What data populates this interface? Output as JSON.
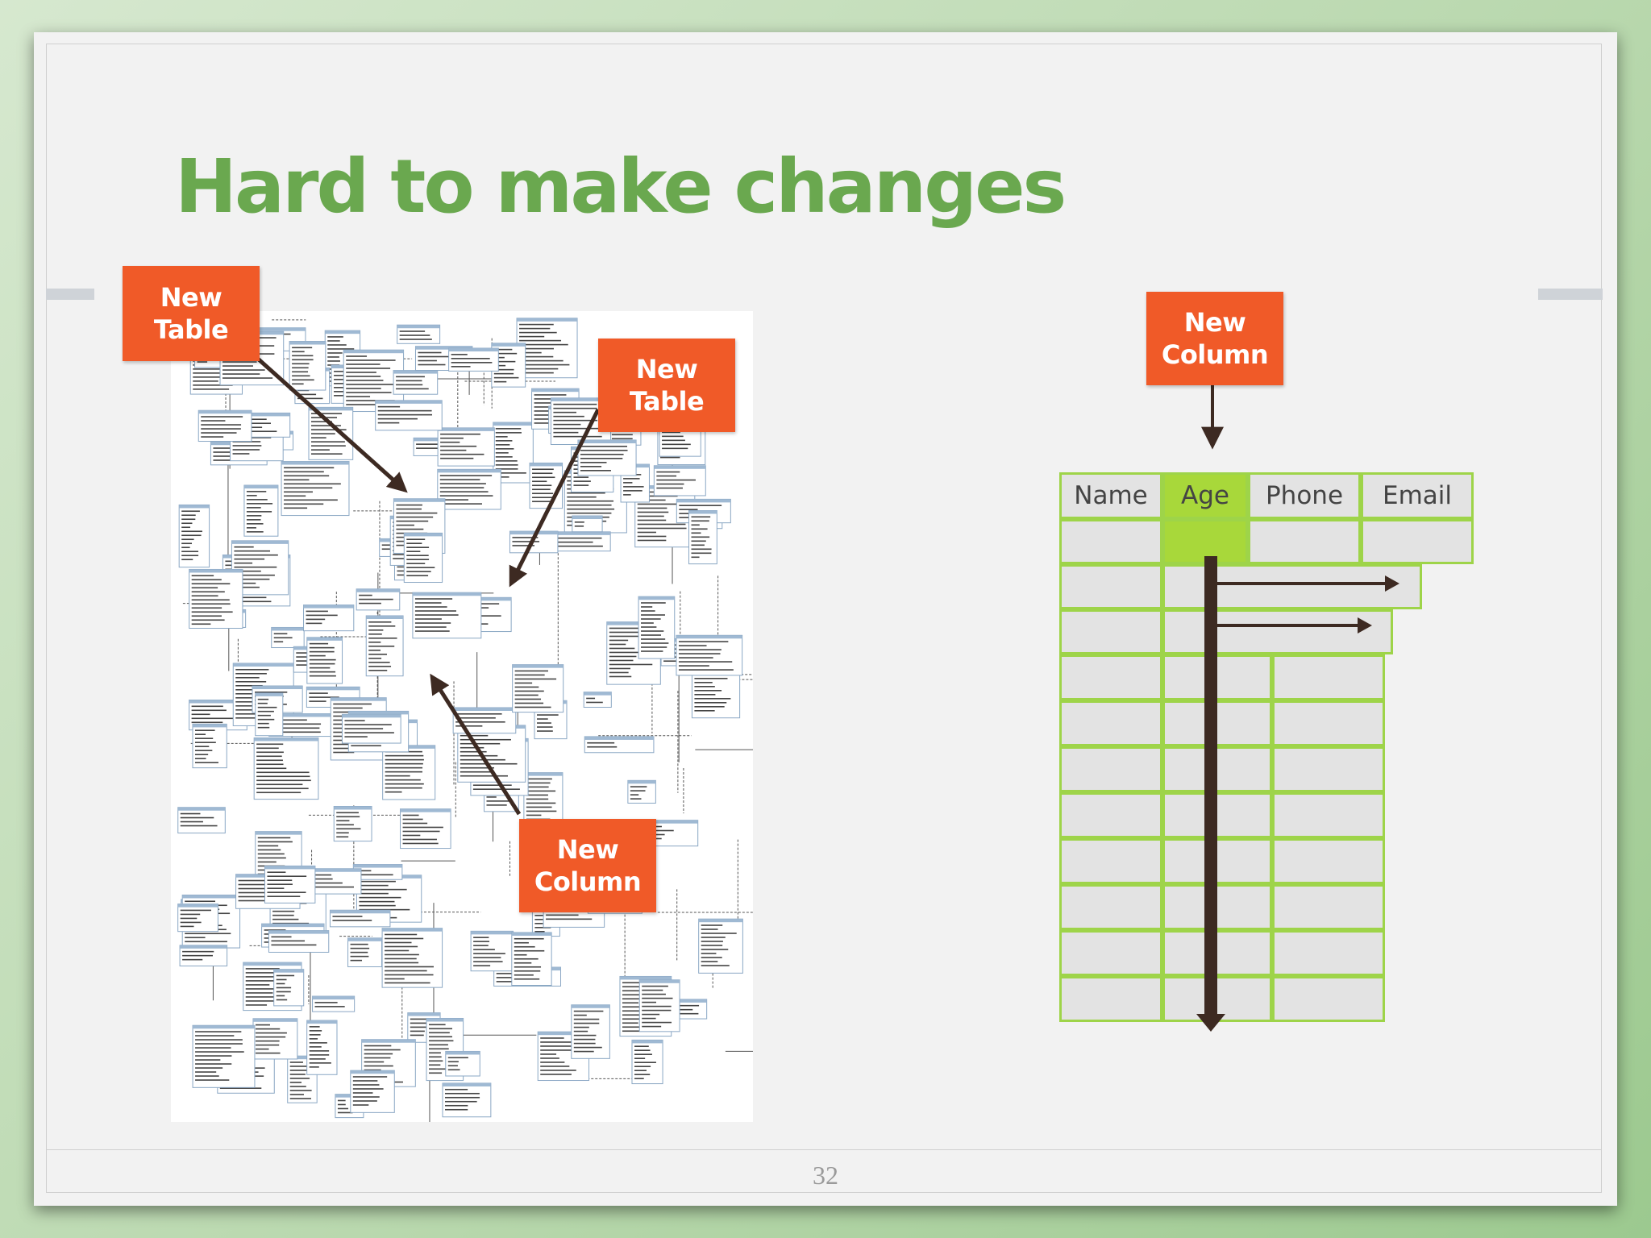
{
  "slide": {
    "title": "Hard to make changes",
    "page_number": "32"
  },
  "callouts": {
    "new_table_1": "New\nTable",
    "new_table_2": "New\nTable",
    "new_column_left": "New\nColumn",
    "new_column_right": "New\nColumn"
  },
  "table": {
    "headers": [
      "Name",
      "Age",
      "Phone",
      "Email"
    ],
    "highlight_color": "#a8d83a",
    "border_color": "#9ed449"
  },
  "colors": {
    "title": "#6aa84f",
    "callout": "#f05a28",
    "arrow": "#3d2a22"
  },
  "icons": {
    "schema_thumbnail": "database-schema-diagram"
  }
}
